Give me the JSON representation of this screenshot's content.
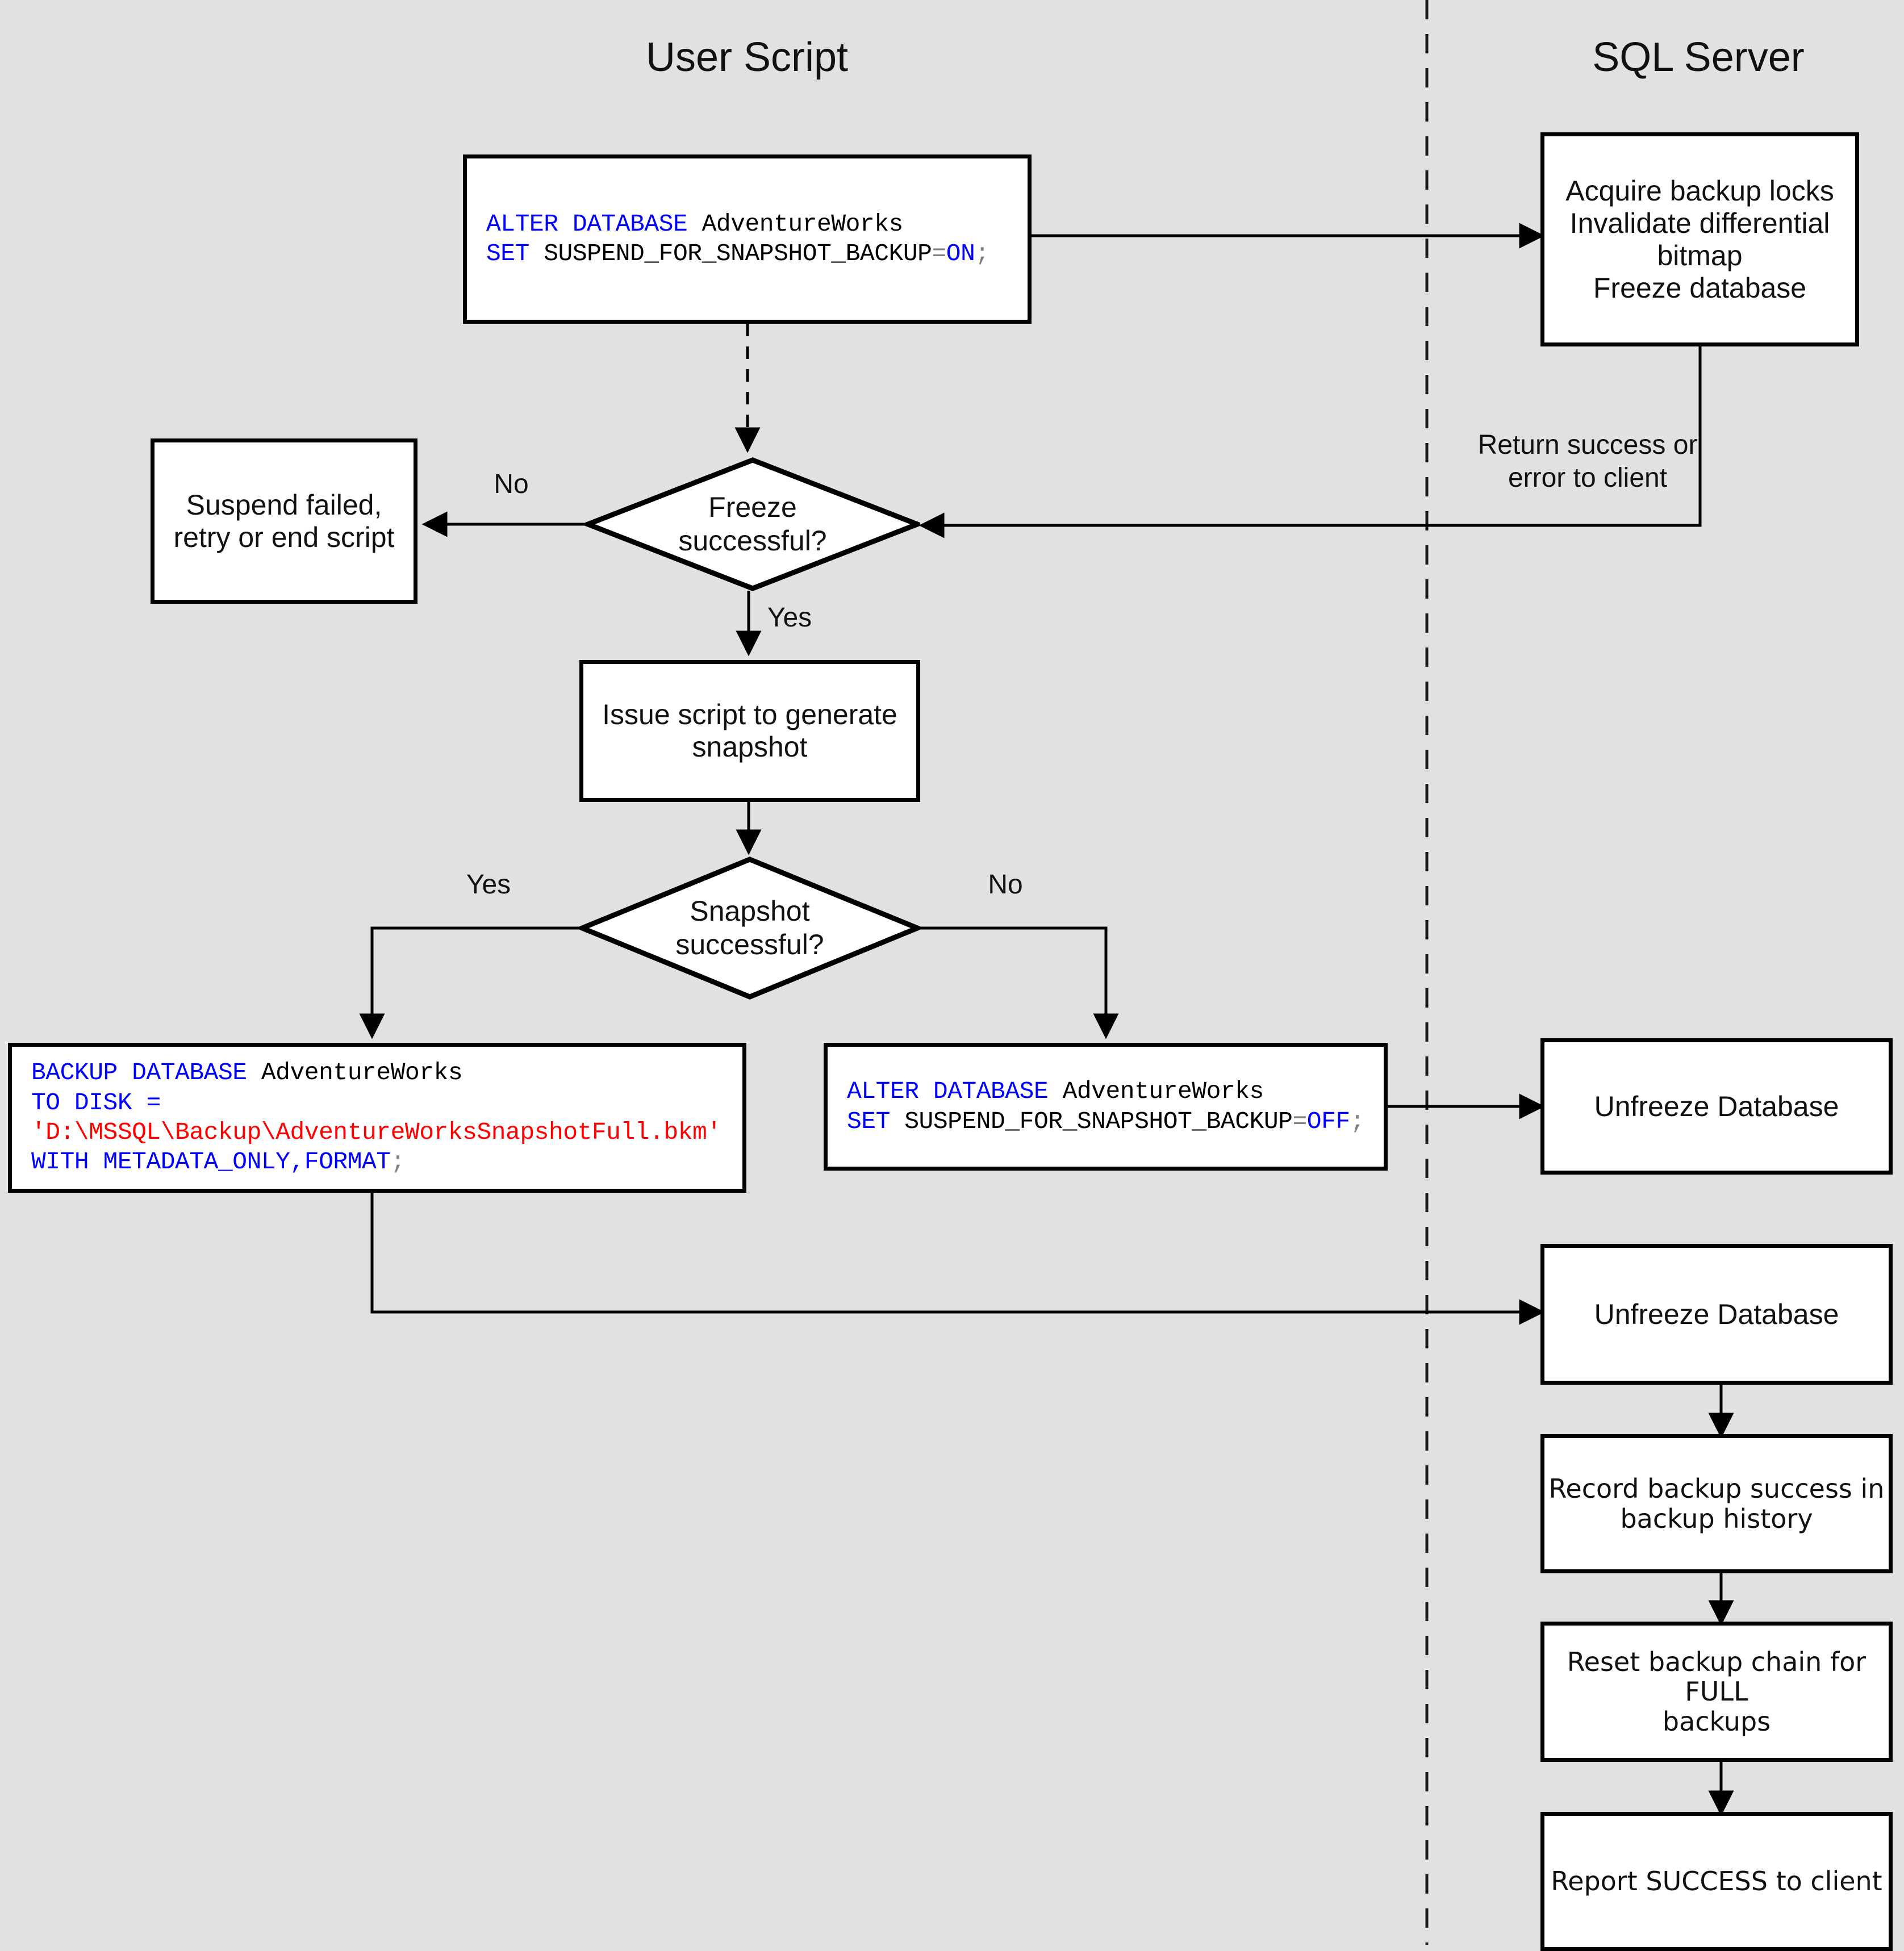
{
  "diagram": {
    "title": "SQL Server snapshot backup flow",
    "background_color": "#e1e1e1",
    "node_fill": "#ffffff",
    "node_stroke": "#000000",
    "keyword_color": "#0000ff",
    "string_color": "#ff0000",
    "punctuation_color": "#808080"
  },
  "swimlanes": {
    "left_title": "User Script",
    "right_title": "SQL Server"
  },
  "nodes": {
    "alter_on": {
      "line1": {
        "kw": "ALTER DATABASE",
        "rest": " AdventureWorks"
      },
      "line2": {
        "kw": "SET",
        "rest": " SUSPEND_FOR_SNAPSHOT_BACKUP",
        "eq": "=",
        "val": "ON",
        "end": ";"
      }
    },
    "acquire_locks": "Acquire backup locks\nInvalidate differential\nbitmap\nFreeze database",
    "acquire_locks_lines": [
      "Acquire backup locks",
      "Invalidate differential",
      "bitmap",
      "Freeze database"
    ],
    "suspend_failed_lines": [
      "Suspend failed,",
      "retry or end script"
    ],
    "freeze_decision_lines": [
      "Freeze",
      "successful?"
    ],
    "issue_script_lines": [
      "Issue script to generate",
      "snapshot"
    ],
    "snapshot_decision_lines": [
      "Snapshot",
      "successful?"
    ],
    "backup_database": {
      "line1": {
        "kw": "BACKUP DATABASE",
        "rest": " AdventureWorks"
      },
      "line2": {
        "kw": "TO DISK",
        "eq": " ="
      },
      "line3": {
        "str": "'D:\\MSSQL\\Backup\\AdventureWorksSnapshotFull.bkm'"
      },
      "line4": {
        "kw": "WITH METADATA_ONLY,FORMAT",
        "end": ";"
      }
    },
    "alter_off": {
      "line1": {
        "kw": "ALTER DATABASE",
        "rest": " AdventureWorks"
      },
      "line2": {
        "kw": "SET",
        "rest": " SUSPEND_FOR_SNAPSHOT_BACKUP",
        "eq": "=",
        "val": "OFF",
        "end": ";"
      }
    },
    "unfreeze_1": "Unfreeze Database",
    "unfreeze_2": "Unfreeze Database",
    "record_backup_lines": [
      "Record backup success in",
      "backup history"
    ],
    "reset_chain_lines": [
      "Reset backup chain for FULL",
      "backups"
    ],
    "report_success": "Report SUCCESS to client"
  },
  "edge_labels": {
    "return_success_lines": [
      "Return success or",
      "error to client"
    ],
    "freeze_no": "No",
    "freeze_yes": "Yes",
    "snapshot_yes": "Yes",
    "snapshot_no": "No"
  }
}
